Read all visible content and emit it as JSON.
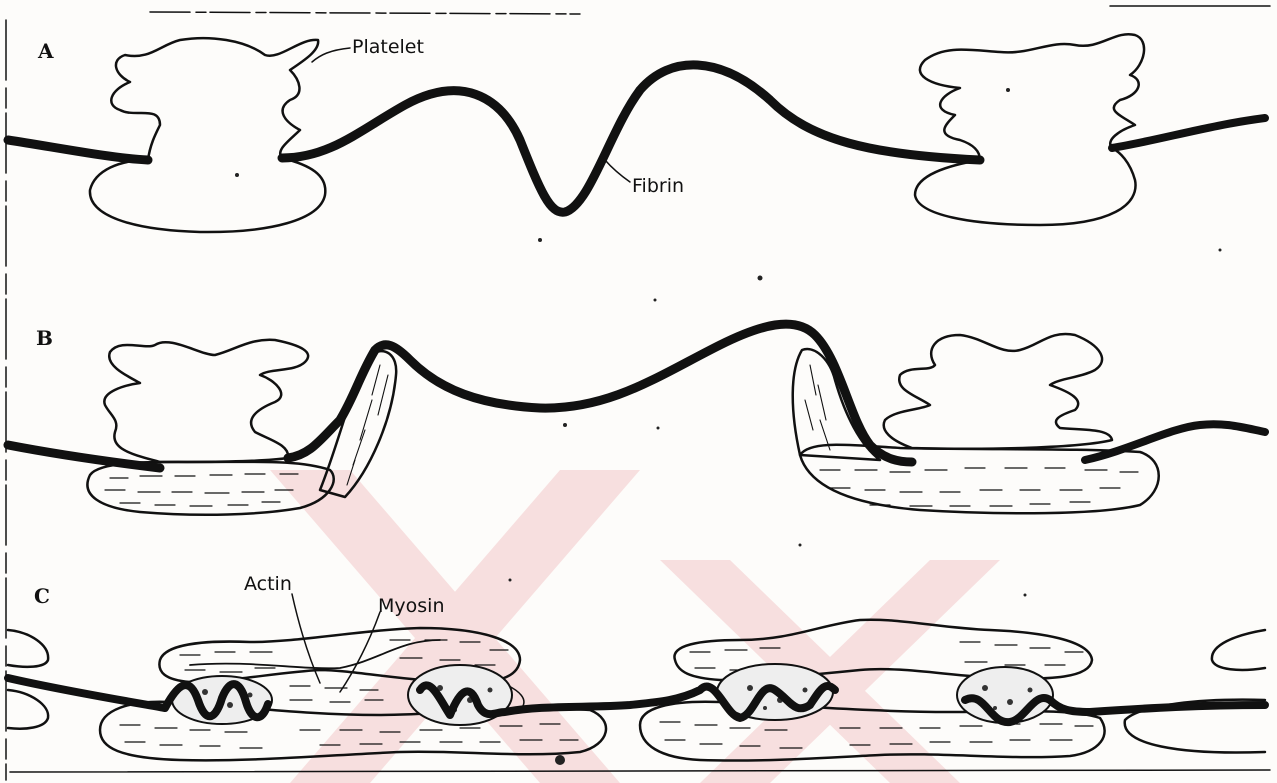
{
  "figure": {
    "panels": [
      {
        "letter": "A",
        "labels": [
          "Platelet",
          "Fibrin"
        ]
      },
      {
        "letter": "B",
        "labels": []
      },
      {
        "letter": "C",
        "labels": [
          "Actin",
          "Myosin"
        ]
      }
    ]
  },
  "colors": {
    "ink": "#111111",
    "paper": "#fdfcfa",
    "watermark": "#f3c9c9"
  }
}
